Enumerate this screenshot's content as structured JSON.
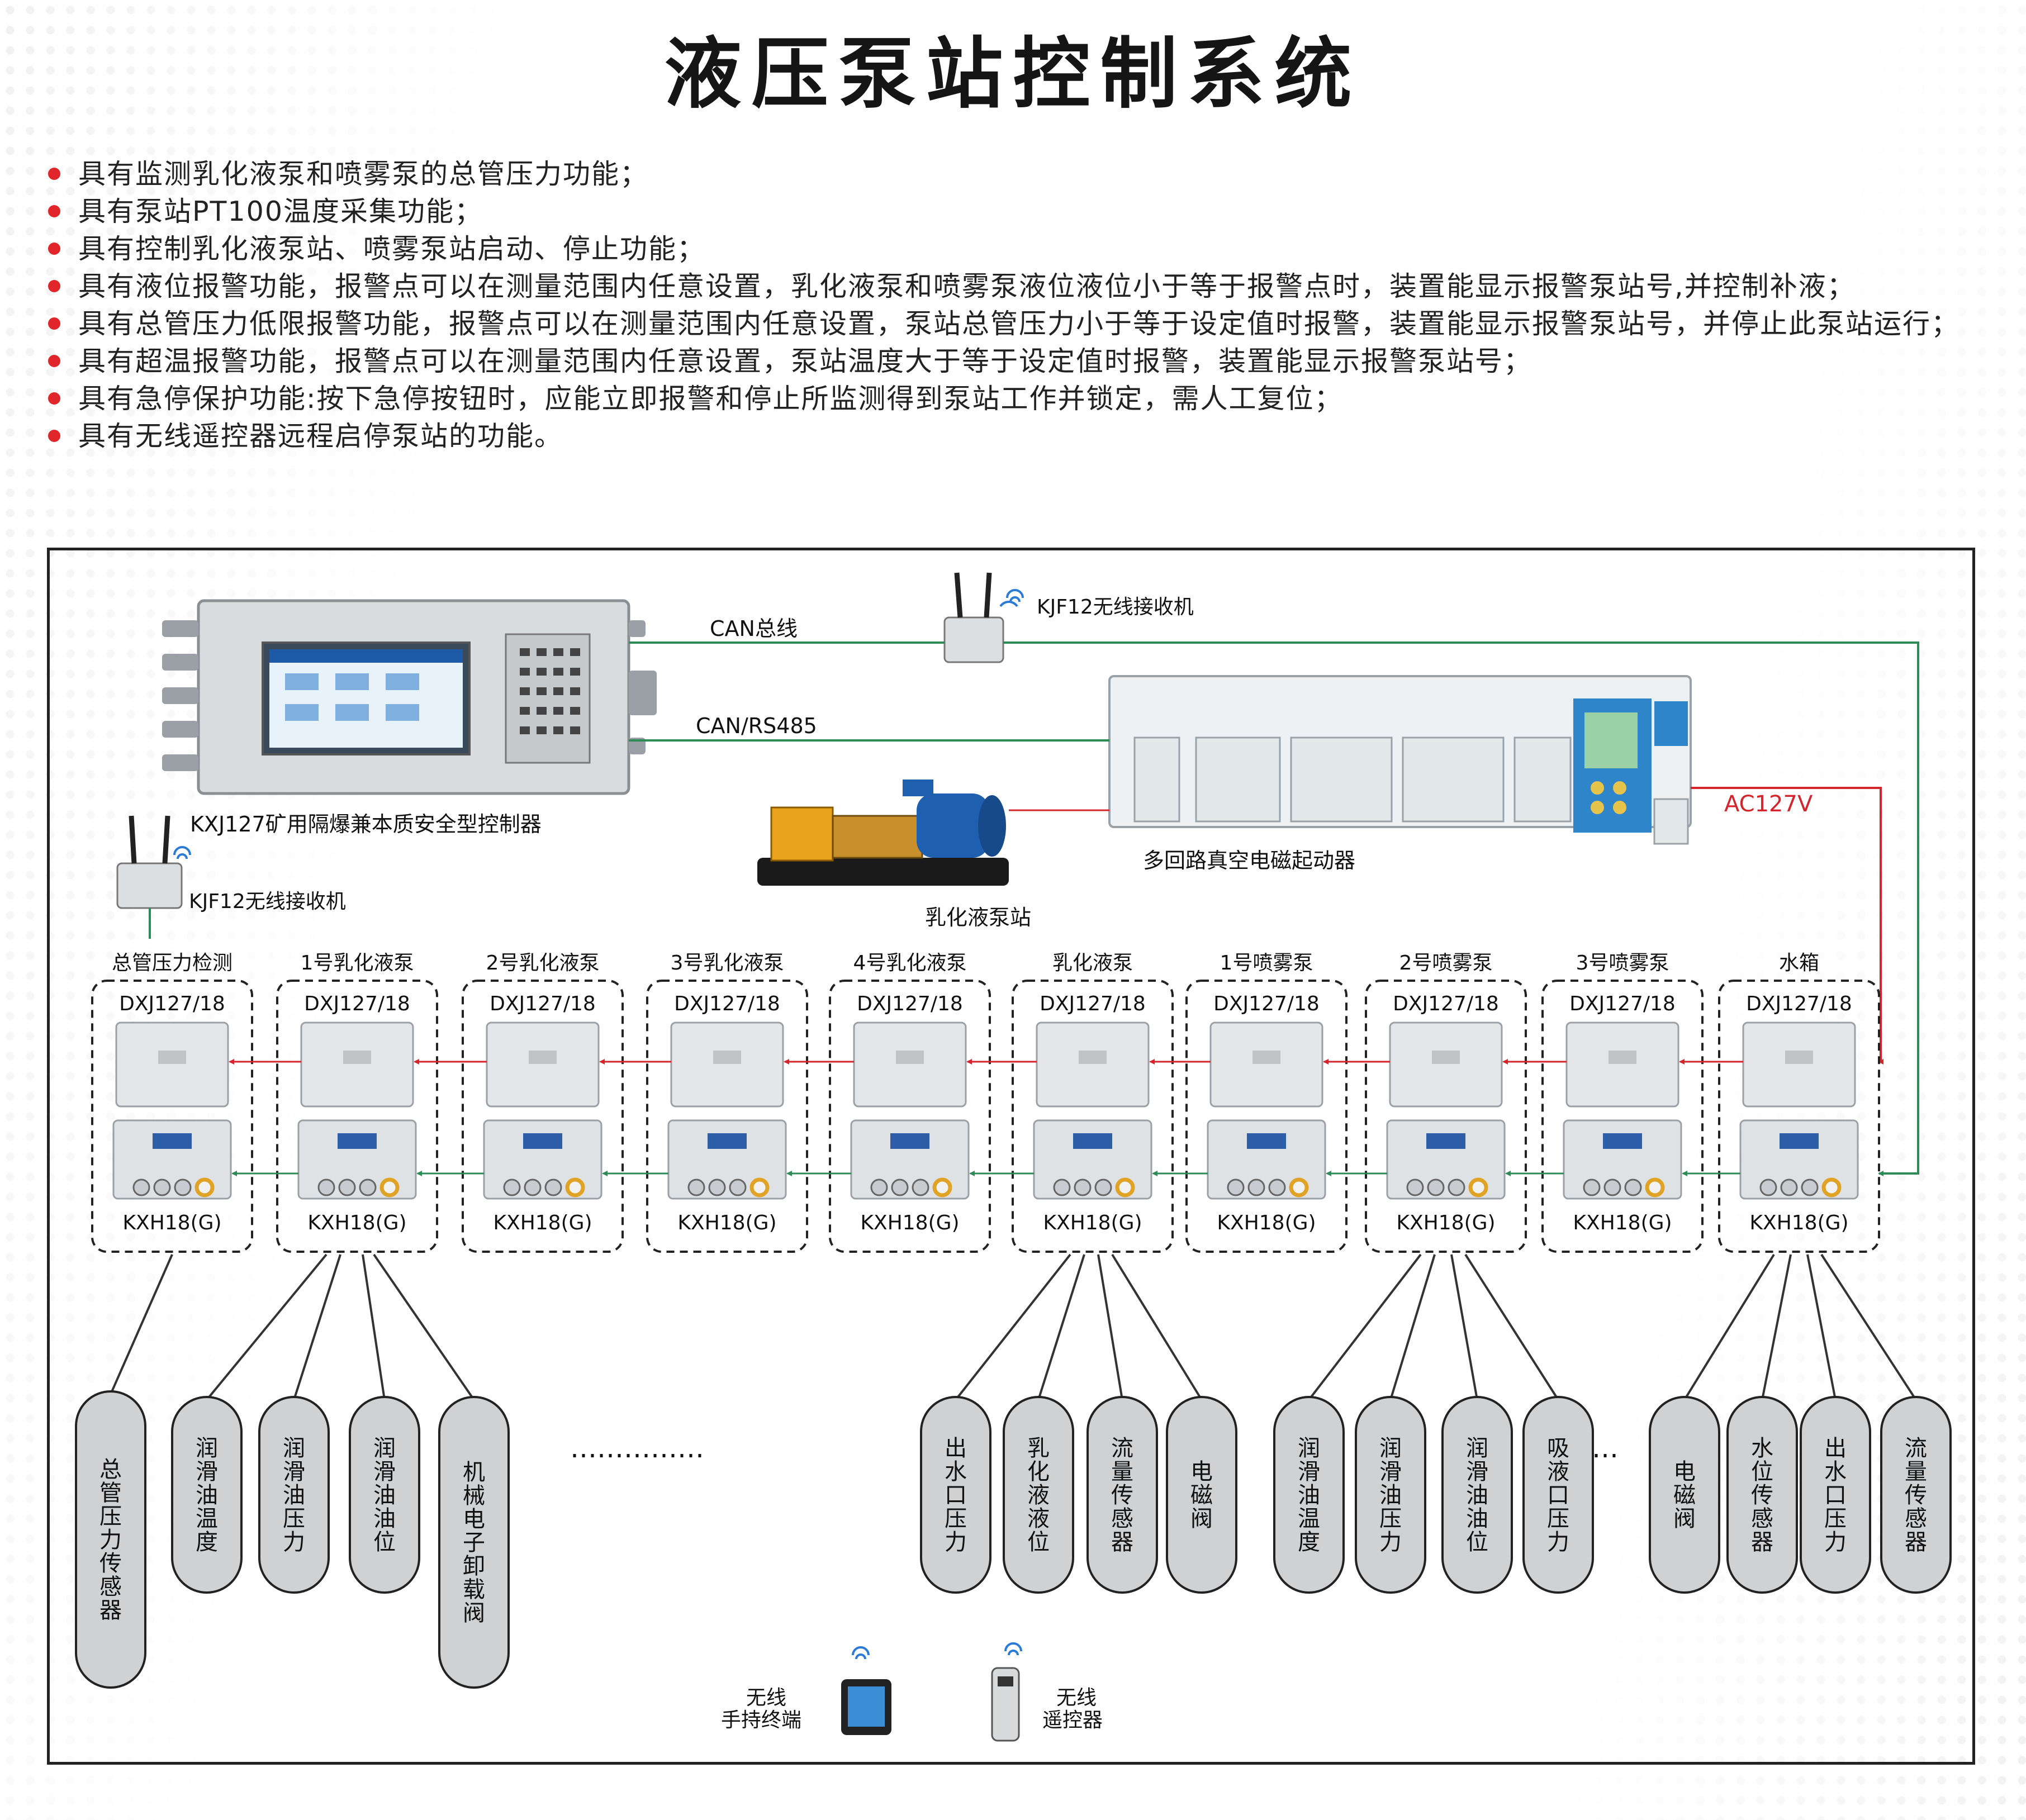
{
  "title": "液压泵站控制系统",
  "features": [
    "具有监测乳化液泵和喷雾泵的总管压力功能；",
    "具有泵站PT100温度采集功能；",
    "具有控制乳化液泵站、喷雾泵站启动、停止功能；",
    "具有液位报警功能，报警点可以在测量范围内任意设置，乳化液泵和喷雾泵液位液位小于等于报警点时，装置能显示报警泵站号,并控制补液；",
    "具有总管压力低限报警功能，报警点可以在测量范围内任意设置，泵站总管压力小于等于设定值时报警，装置能显示报警泵站号，并停止此泵站运行；",
    "具有超温报警功能，报警点可以在测量范围内任意设置，泵站温度大于等于设定值时报警，装置能显示报警泵站号；",
    "具有急停保护功能:按下急停按钮时，应能立即报警和停止所监测得到泵站工作并锁定，需人工复位；",
    "具有无线遥控器远程启停泵站的功能。"
  ],
  "diagram": {
    "controller_label": "KXJ127矿用隔爆兼本质安全型控制器",
    "receiver_top_label": "KJF12无线接收机",
    "receiver_left_label": "KJF12无线接收机",
    "can_bus_label": "CAN总线",
    "can_rs485_label": "CAN/RS485",
    "starter_label": "多回路真空电磁起动器",
    "pump_label": "乳化液泵站",
    "ac_label": "AC127V",
    "dxj_model": "DXJ127/18",
    "kxh_model": "KXH18(G)",
    "stations": [
      "总管压力检测",
      "1号乳化液泵",
      "2号乳化液泵",
      "3号乳化液泵",
      "4号乳化液泵",
      "乳化液泵",
      "1号喷雾泵",
      "2号喷雾泵",
      "3号喷雾泵",
      "水箱"
    ],
    "ellipsis": "……………",
    "ellipsis2": "…",
    "sensors": [
      "总管压力传感器",
      "润滑油温度",
      "润滑油压力",
      "润滑油油位",
      "机械电子卸载阀",
      "出水口压力",
      "乳化液液位",
      "流量传感器",
      "电磁阀",
      "润滑油温度",
      "润滑油压力",
      "润滑油油位",
      "吸液口压力",
      "电磁阀",
      "水位传感器",
      "出水口压力",
      "流量传感器"
    ],
    "terminal_label_1": "无线",
    "terminal_label_2": "手持终端",
    "remote_label_1": "无线",
    "remote_label_2": "遥控器",
    "colors": {
      "can_line": "#2e8b57",
      "ac_line": "#d4242c",
      "frame": "#222222",
      "bullet": "#e0262a"
    }
  }
}
